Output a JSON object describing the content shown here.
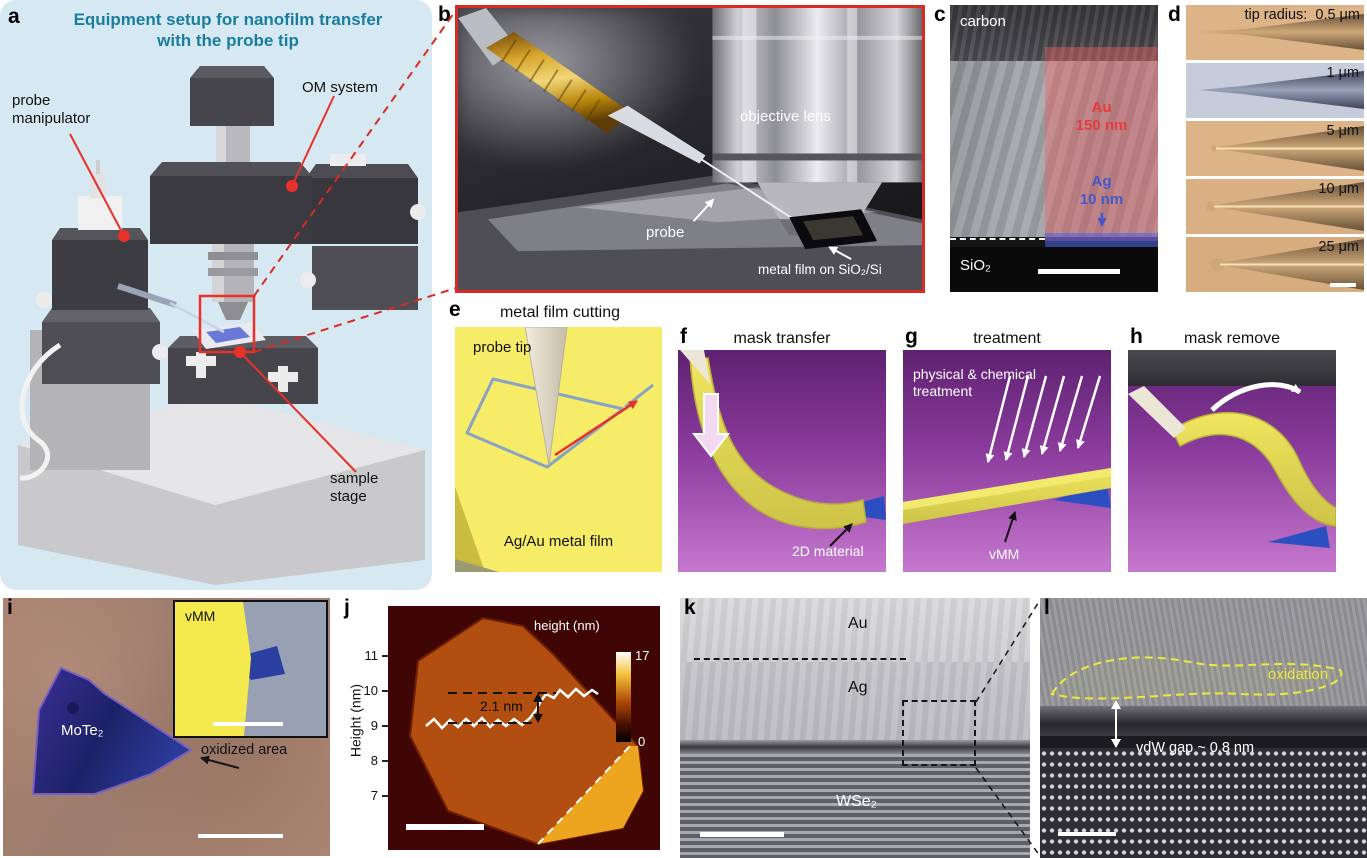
{
  "letters": {
    "a": "a",
    "b": "b",
    "c": "c",
    "d": "d",
    "e": "e",
    "f": "f",
    "g": "g",
    "h": "h",
    "i": "i",
    "j": "j",
    "k": "k",
    "l": "l"
  },
  "panel_a": {
    "title": "Equipment setup for nanofilm transfer with the probe tip",
    "om_system": "OM system",
    "probe_manipulator": "probe manipulator",
    "sample_stage": "sample stage"
  },
  "panel_b": {
    "objective_lens": "objective lens",
    "probe": "probe",
    "metal_film": "metal film on SiO₂/Si"
  },
  "panel_c": {
    "carbon": "carbon",
    "au": "Au",
    "au_thickness": "150 nm",
    "ag": "Ag",
    "ag_thickness": "10 nm",
    "sio2": "SiO₂"
  },
  "panel_d": {
    "prefix": "tip radius:",
    "tips": [
      {
        "label": "0.5 μm"
      },
      {
        "label": "1 μm"
      },
      {
        "label": "5 μm"
      },
      {
        "label": "10 μm"
      },
      {
        "label": "25 μm"
      }
    ]
  },
  "panel_e": {
    "title": "metal film cutting",
    "probe_tip": "probe tip",
    "film": "Ag/Au metal film"
  },
  "panel_f": {
    "title": "mask transfer",
    "material": "2D material"
  },
  "panel_g": {
    "title": "treatment",
    "treatment": "physical & chemical treatment",
    "vmm": "vMM"
  },
  "panel_h": {
    "title": "mask remove"
  },
  "panel_i": {
    "flake": "MoTe₂",
    "oxidized": "oxidized area",
    "vmm": "vMM"
  },
  "panel_j": {
    "ylabel": "Height (nm)",
    "yticks": [
      "11",
      "10",
      "9",
      "8",
      "7"
    ],
    "step": "2.1 nm",
    "cbar_title": "height (nm)",
    "cbar_max": "17",
    "cbar_min": "0"
  },
  "panel_k": {
    "au": "Au",
    "ag": "Ag",
    "wse2": "WSe₂"
  },
  "panel_l": {
    "oxidation": "oxidation",
    "vdw": "vdW gap ~ 0.8 nm"
  }
}
